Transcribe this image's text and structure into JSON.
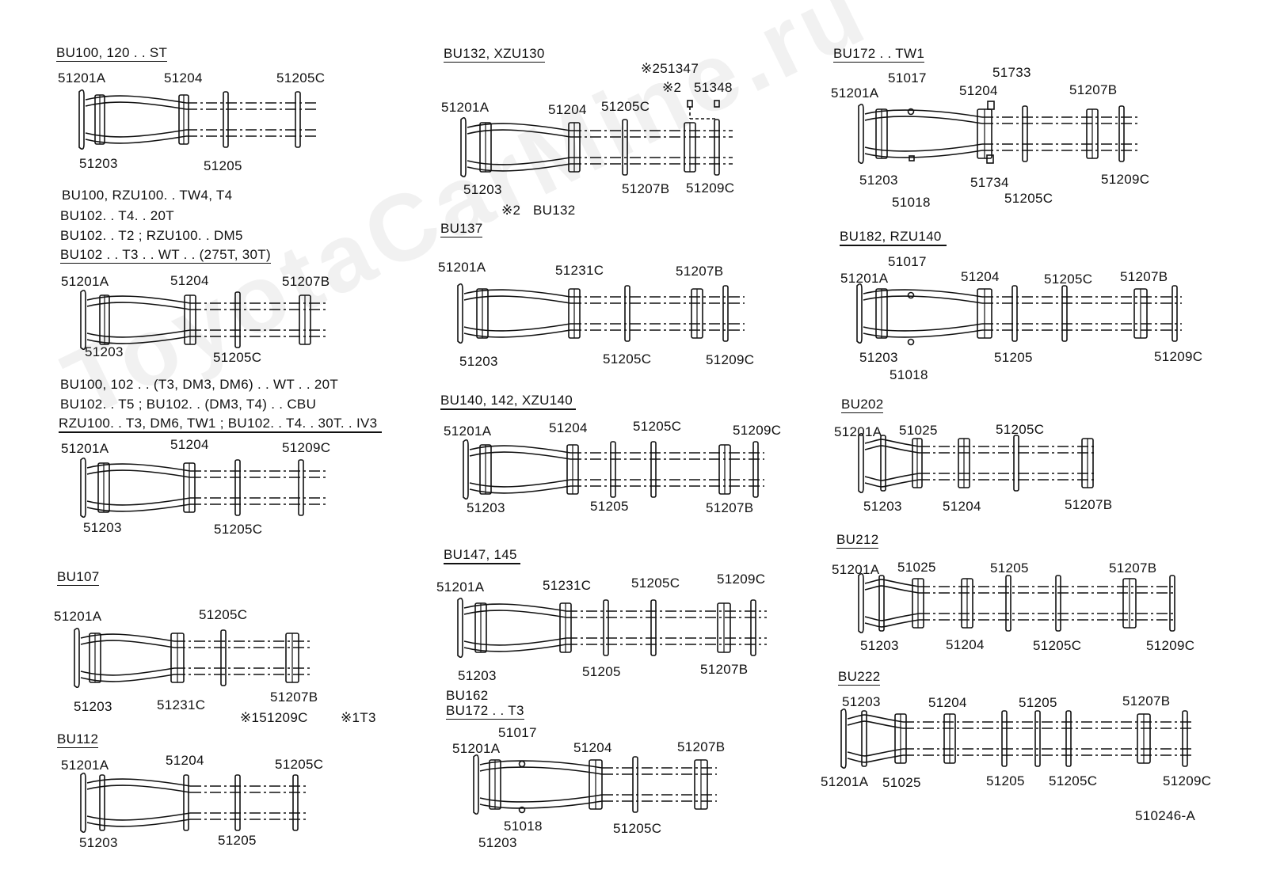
{
  "watermark": "ToyotaCarMine.ru",
  "figure_code": "510246-A",
  "groups": {
    "g1": {
      "captions": [
        "BU100, 120 . . ST"
      ],
      "labels": [
        "51201A",
        "51204",
        "51205C",
        "51203",
        "51205"
      ]
    },
    "g2": {
      "captions": [
        "BU100, RZU100. . TW4, T4",
        "BU102. . T4. . 20T",
        "BU102. . T2 ; RZU100. . DM5",
        "BU102 . . T3 . . WT . . (275T, 30T)"
      ],
      "labels": [
        "51201A",
        "51204",
        "51207B",
        "51203",
        "51205C"
      ]
    },
    "g3": {
      "captions": [
        "BU100, 102 . . (T3, DM3, DM6) . . WT . . 20T",
        "BU102. . T5 ; BU102. .  (DM3, T4) . . CBU",
        "RZU100. . T3, DM6, TW1 ; BU102. . T4. . 30T. . IV3"
      ],
      "labels": [
        "51201A",
        "51204",
        "51209C",
        "51203",
        "51205C"
      ]
    },
    "g4": {
      "captions": [
        "BU107"
      ],
      "labels": [
        "51201A",
        "51205C",
        "51203",
        "51231C",
        "51207B",
        "※151209C",
        "※1T3"
      ]
    },
    "g5": {
      "captions": [
        "BU112"
      ],
      "labels": [
        "51201A",
        "51204",
        "51205C",
        "51203",
        "51205"
      ]
    },
    "g6": {
      "captions": [
        "BU132, XZU130"
      ],
      "labels": [
        "※251347",
        "※2",
        "51348",
        "51201A",
        "51204",
        "51205C",
        "51203",
        "51207B",
        "51209C",
        "※2",
        "BU132"
      ]
    },
    "g7": {
      "captions": [
        "BU137"
      ],
      "labels": [
        "51201A",
        "51231C",
        "51207B",
        "51203",
        "51205C",
        "51209C"
      ]
    },
    "g8": {
      "captions": [
        "BU140, 142, XZU140"
      ],
      "labels": [
        "51201A",
        "51204",
        "51205C",
        "51209C",
        "51203",
        "51205",
        "51207B"
      ]
    },
    "g9": {
      "captions": [
        "BU147, 145"
      ],
      "labels": [
        "51201A",
        "51231C",
        "51205C",
        "51209C",
        "51203",
        "51205",
        "51207B"
      ]
    },
    "g10": {
      "captions": [
        "BU162",
        "BU172 . . T3"
      ],
      "labels": [
        "51017",
        "51201A",
        "51204",
        "51207B",
        "51018",
        "51205C",
        "51203"
      ]
    },
    "g11": {
      "captions": [
        "BU172 . . TW1"
      ],
      "labels": [
        "51017",
        "51733",
        "51201A",
        "51204",
        "51207B",
        "51203",
        "51734",
        "51018",
        "51205C",
        "51209C"
      ]
    },
    "g12": {
      "captions": [
        "BU182, RZU140"
      ],
      "labels": [
        "51017",
        "51201A",
        "51204",
        "51205C",
        "51207B",
        "51203",
        "51018",
        "51205",
        "51209C"
      ]
    },
    "g13": {
      "captions": [
        "BU202"
      ],
      "labels": [
        "51201A",
        "51025",
        "51205C",
        "51203",
        "51204",
        "51207B"
      ]
    },
    "g14": {
      "captions": [
        "BU212"
      ],
      "labels": [
        "51201A",
        "51025",
        "51205",
        "51207B",
        "51203",
        "51204",
        "51205C",
        "51209C"
      ]
    },
    "g15": {
      "captions": [
        "BU222"
      ],
      "labels": [
        "51203",
        "51204",
        "51205",
        "51207B",
        "51201A",
        "51025",
        "51205",
        "51205C",
        "51209C"
      ]
    }
  }
}
